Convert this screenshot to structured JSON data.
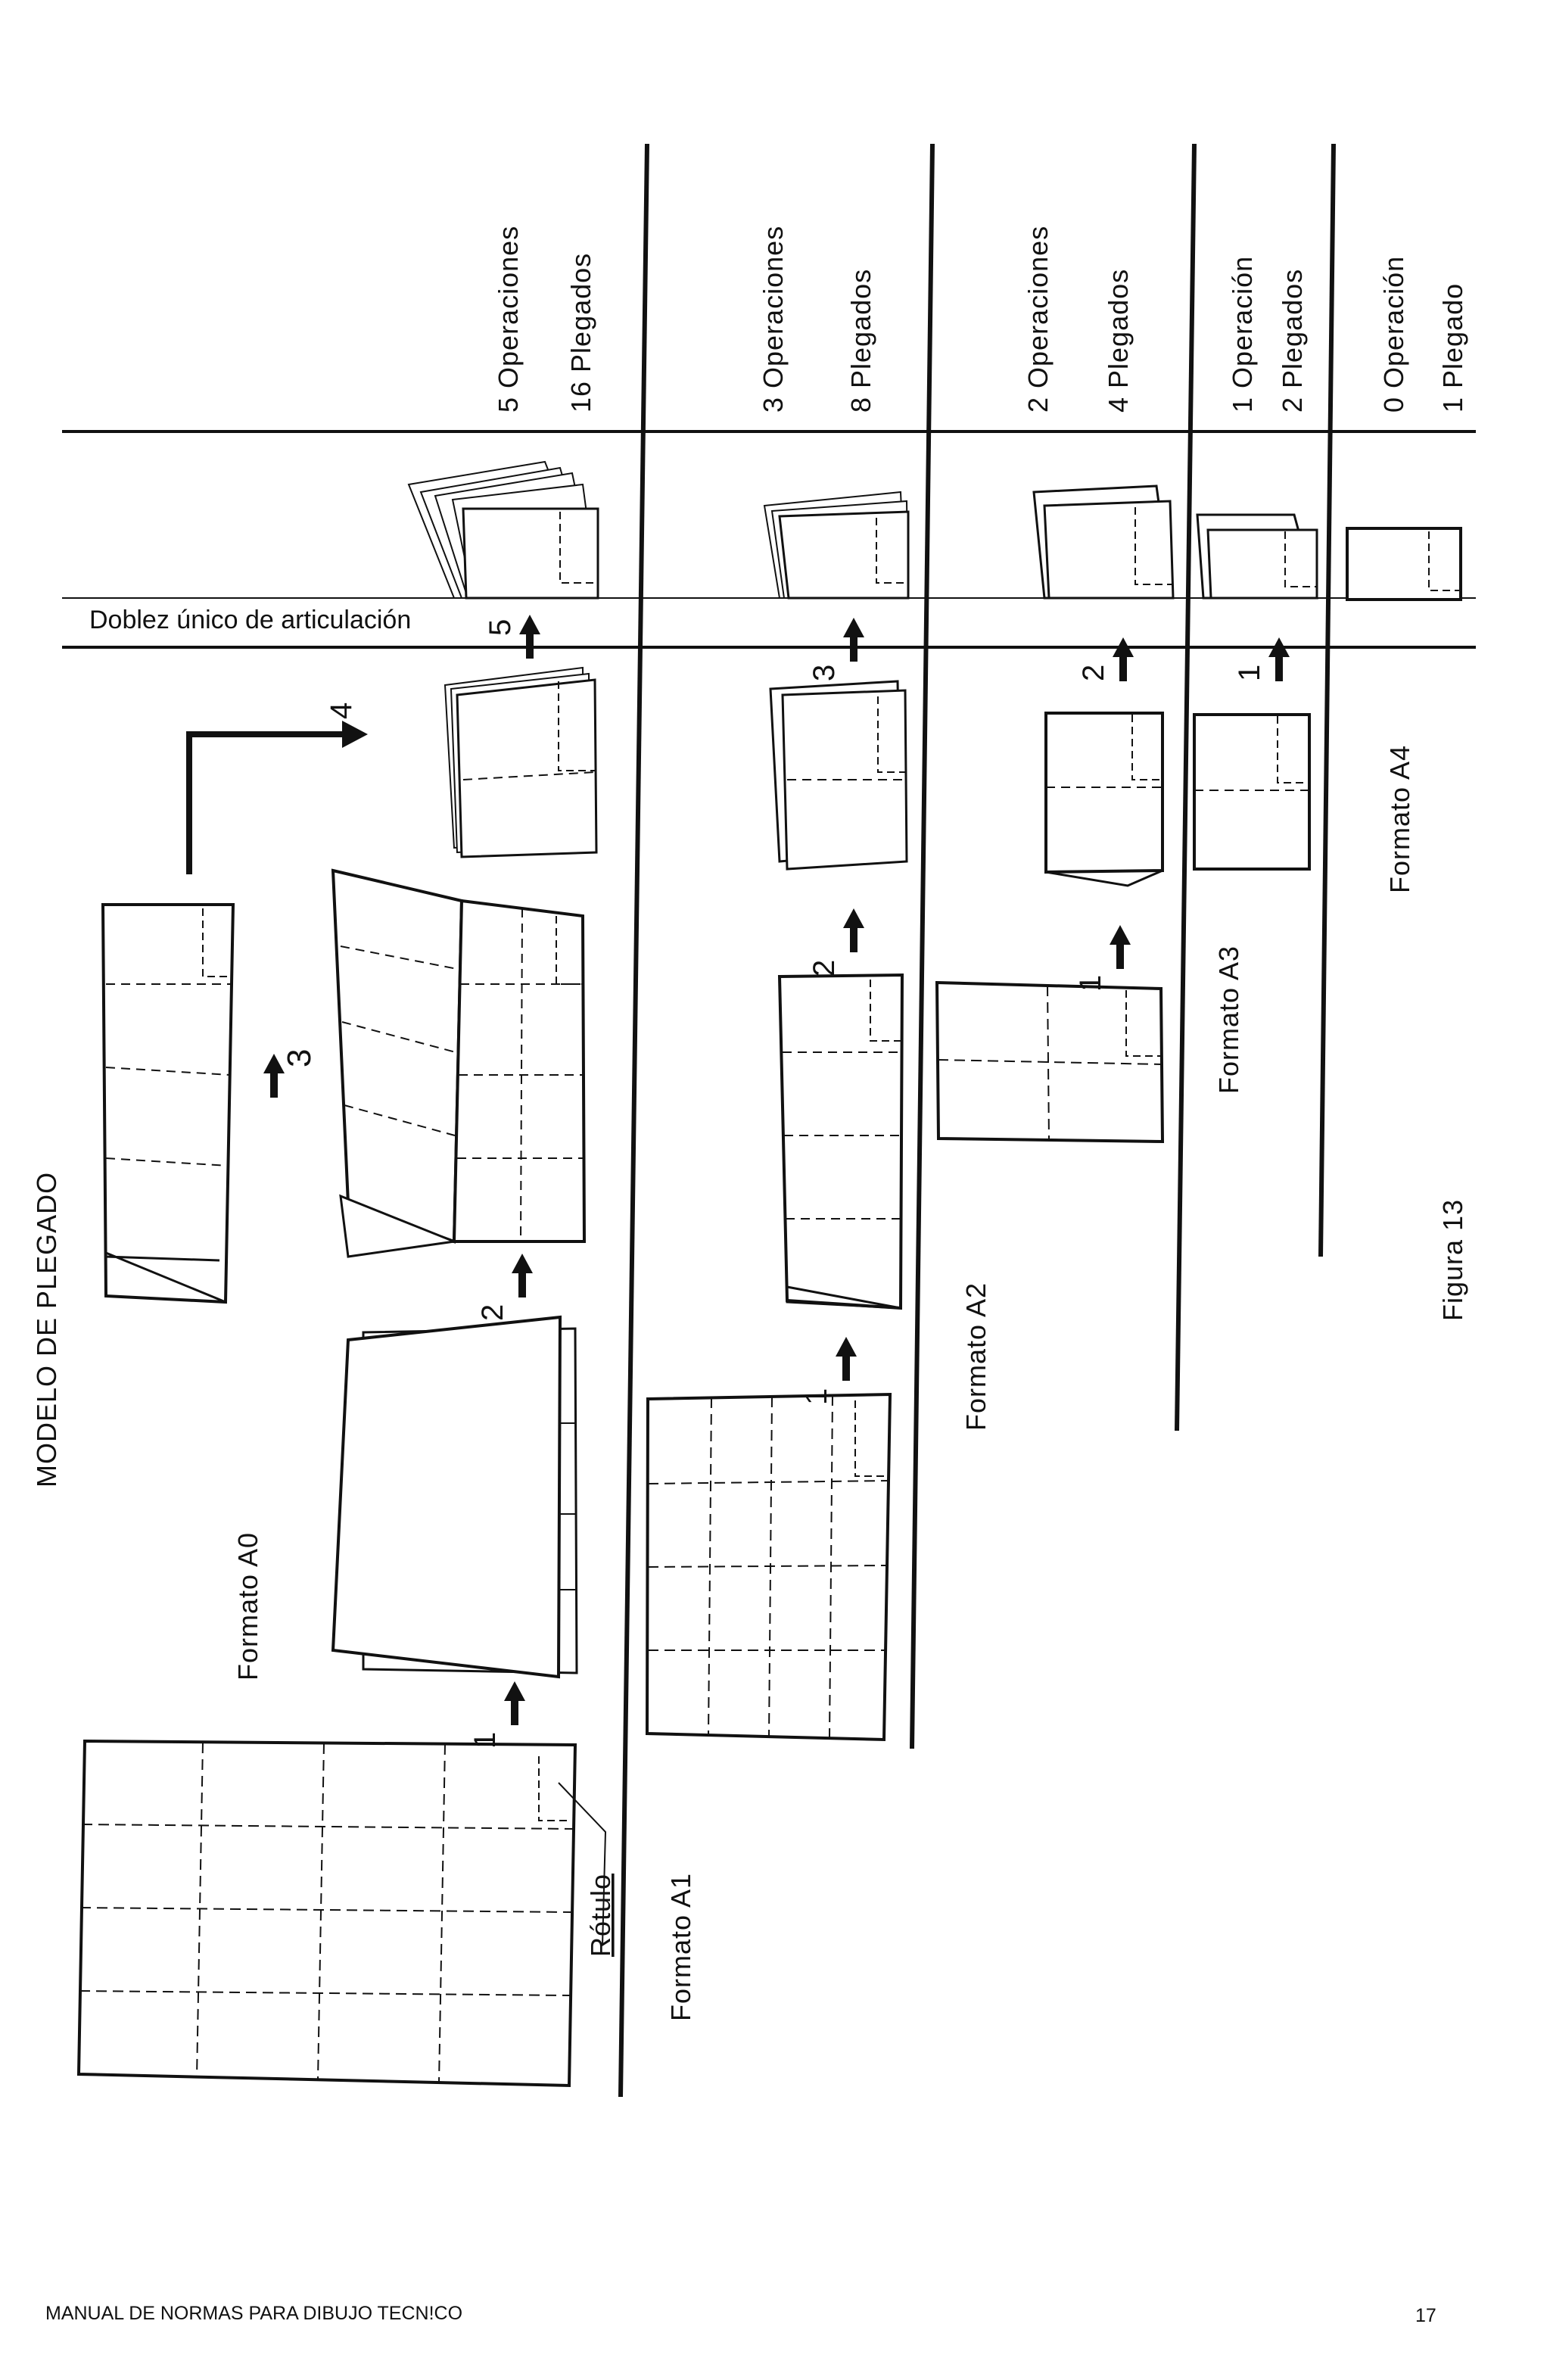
{
  "title": "MODELO DE PLEGADO",
  "hinge_label": "Doblez único de articulación",
  "rotulo_label": "Rótulo",
  "figure_label": "Figura 13",
  "formats": [
    {
      "name": "Formato A0",
      "operations": "5 Operaciones",
      "folds": "16 Plegados"
    },
    {
      "name": "Formato A1",
      "operations": "3 Operaciones",
      "folds": "8 Plegados"
    },
    {
      "name": "Formato A2",
      "operations": "2 Operaciones",
      "folds": "4 Plegados"
    },
    {
      "name": "Formato A3",
      "operations": "1 Operación",
      "folds": "2 Plegados"
    },
    {
      "name": "Formato A4",
      "operations": "0 Operación",
      "folds": "1 Plegado"
    }
  ],
  "step_numbers": {
    "a0": [
      "1",
      "2",
      "3",
      "4",
      "5"
    ],
    "a1": [
      "1",
      "2",
      "3"
    ],
    "a2": [
      "1",
      "2"
    ],
    "a3": [
      "1"
    ]
  },
  "footer": {
    "manual_title": "MANUAL DE NORMAS PARA DIBUJO TECN!CO",
    "page_number": "17"
  }
}
